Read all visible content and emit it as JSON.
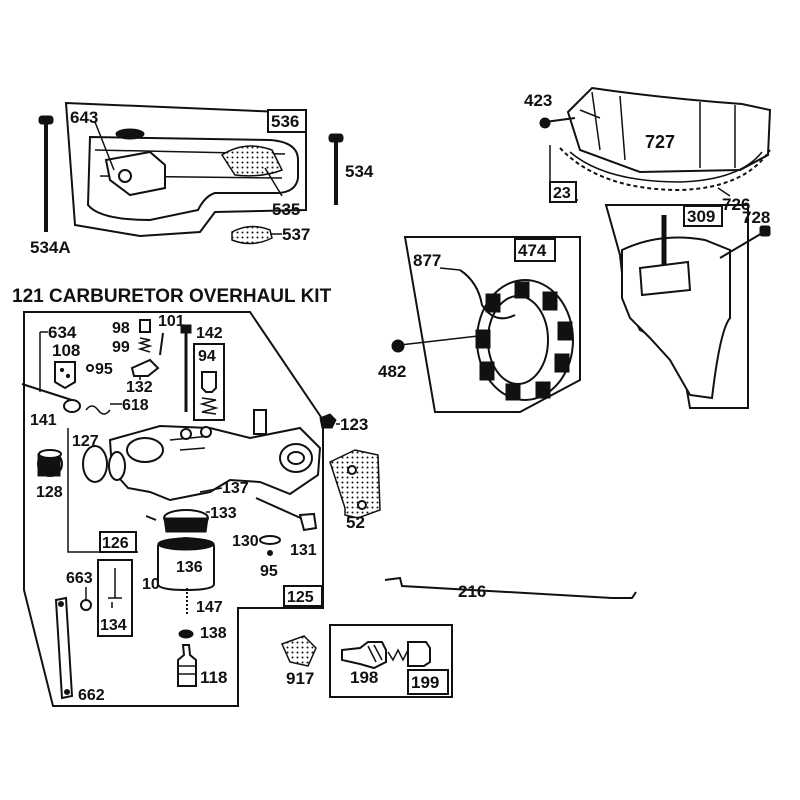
{
  "diagram": {
    "kit_title": "121 CARBURETOR OVERHAUL KIT",
    "colors": {
      "ink": "#111111",
      "paper": "#ffffff"
    },
    "labels": {
      "p643": "643",
      "p536": "536",
      "p534": "534",
      "p534a": "534A",
      "p535": "535",
      "p537": "537",
      "p423": "423",
      "p727": "727",
      "p23": "23",
      "p726": "726",
      "p728": "728",
      "p309": "309",
      "p877": "877",
      "p474": "474",
      "p482": "482",
      "p634": "634",
      "p108": "108",
      "p95a": "95",
      "p98": "98",
      "p99": "99",
      "p101": "101",
      "p142": "142",
      "p94": "94",
      "p132": "132",
      "p141": "141",
      "p618": "618",
      "p123": "123",
      "p127": "127",
      "p128": "128",
      "p137": "137",
      "p126": "126",
      "p133": "133",
      "p130": "130",
      "p131": "131",
      "p52": "52",
      "p95b": "95",
      "p136": "136",
      "p104": "104",
      "p125": "125",
      "p663": "663",
      "p134": "134",
      "p147": "147",
      "p138": "138",
      "p118": "118",
      "p662": "662",
      "p216": "216",
      "p917": "917",
      "p198": "198",
      "p199": "199"
    }
  }
}
